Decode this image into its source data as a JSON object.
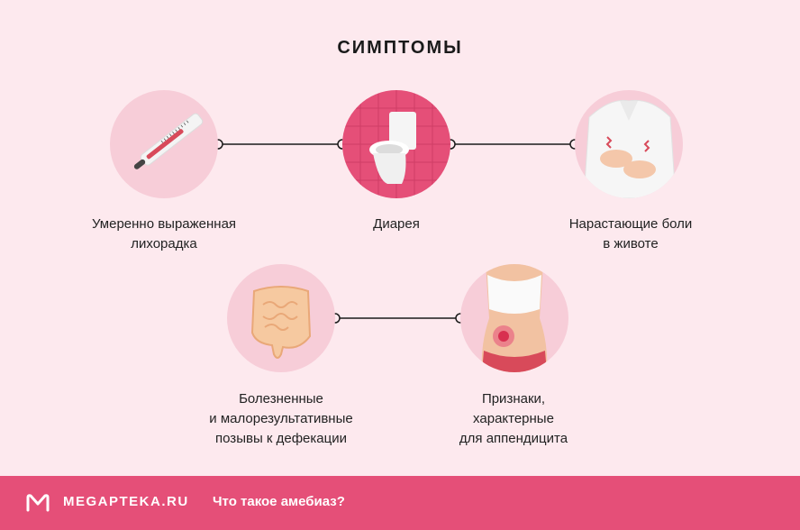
{
  "title": "СИМПТОМЫ",
  "symptoms": [
    {
      "label_1": "Умеренно выраженная",
      "label_2": "лихорадка"
    },
    {
      "label_1": "Диарея",
      "label_2": ""
    },
    {
      "label_1": "Нарастающие боли",
      "label_2": "в животе"
    },
    {
      "label_1": "Болезненные",
      "label_2": "и малорезультативные",
      "label_3": "позывы к дефекации"
    },
    {
      "label_1": "Признаки,",
      "label_2": "характерные",
      "label_3": "для аппендицита"
    }
  ],
  "footer": {
    "brand": "MEGAPTEKA.RU",
    "subtitle": "Что такое амебиаз?"
  },
  "colors": {
    "background": "#fde9ee",
    "circle": "#f7cdd8",
    "footer": "#e54f78",
    "accent": "#e54f78"
  },
  "icons": [
    "thermometer-icon",
    "toilet-icon",
    "stomach-pain-icon",
    "intestine-icon",
    "abdomen-icon",
    "logo-icon"
  ]
}
